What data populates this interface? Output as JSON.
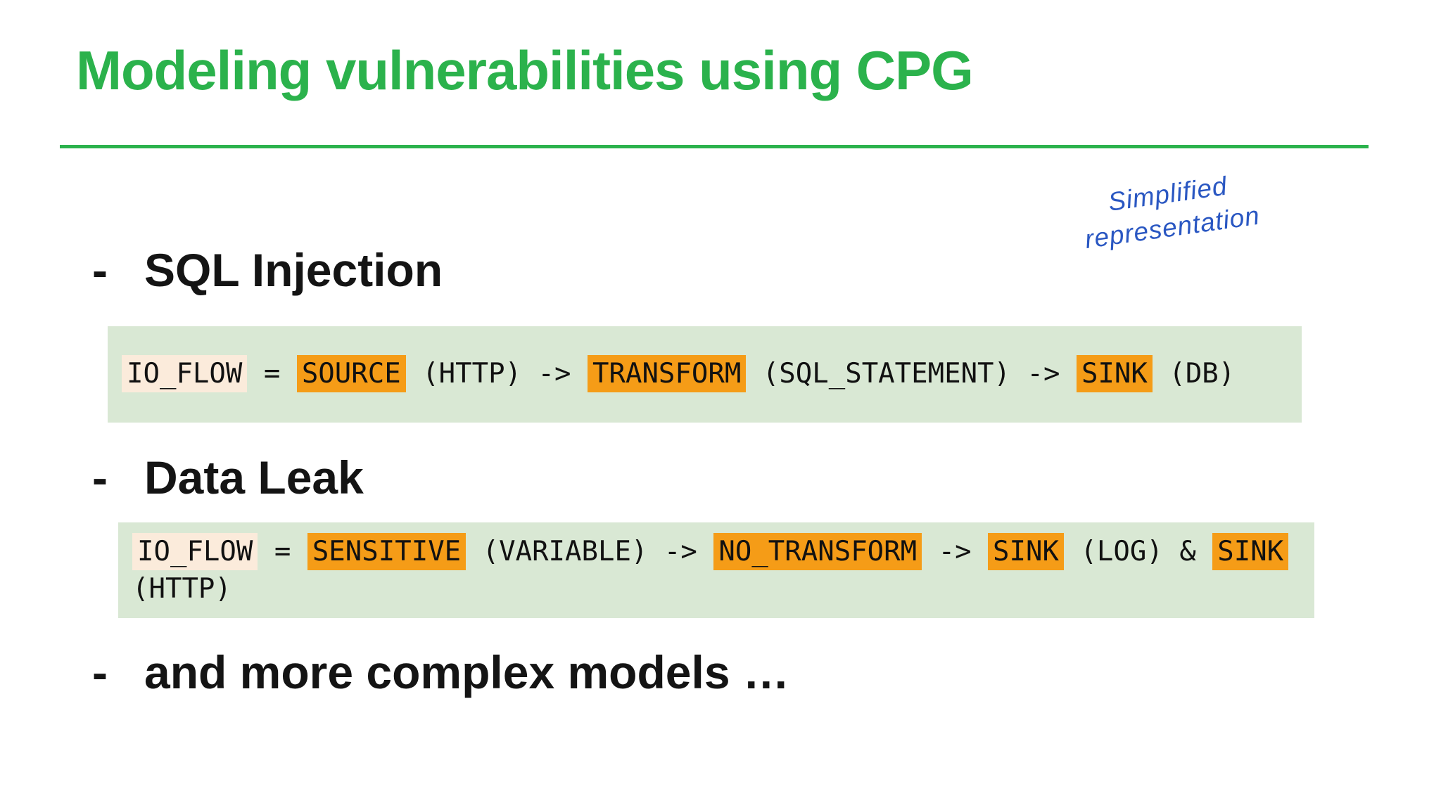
{
  "slide": {
    "title": "Modeling vulnerabilities using CPG",
    "annotation": {
      "line1": "Simplified",
      "line2": "representation"
    },
    "bullet_marker": "-",
    "colors": {
      "accent_green": "#2BB24C",
      "code_background": "#D9E8D4",
      "highlight_orange": "#F59C17",
      "highlight_cream": "#FBEBDB",
      "annotation_blue": "#2A57C2",
      "heading_text": "#141414",
      "code_text": "#111111"
    }
  },
  "sections": [
    {
      "heading": "SQL Injection",
      "code_lines": [
        [
          {
            "text": "IO_FLOW",
            "style": "cream"
          },
          {
            "text": " = ",
            "style": "plain"
          },
          {
            "text": "SOURCE",
            "style": "orange"
          },
          {
            "text": " (HTTP) -> ",
            "style": "plain"
          },
          {
            "text": "TRANSFORM",
            "style": "orange"
          },
          {
            "text": " (SQL_STATEMENT) -> ",
            "style": "plain"
          },
          {
            "text": "SINK",
            "style": "orange"
          },
          {
            "text": " (DB)",
            "style": "plain"
          }
        ]
      ]
    },
    {
      "heading": "Data Leak",
      "code_lines": [
        [
          {
            "text": "IO_FLOW",
            "style": "cream"
          },
          {
            "text": " = ",
            "style": "plain"
          },
          {
            "text": "SENSITIVE",
            "style": "orange"
          },
          {
            "text": " (VARIABLE) -> ",
            "style": "plain"
          },
          {
            "text": "NO_TRANSFORM",
            "style": "orange"
          },
          {
            "text": " -> ",
            "style": "plain"
          },
          {
            "text": "SINK",
            "style": "orange"
          },
          {
            "text": " (LOG) & ",
            "style": "plain"
          },
          {
            "text": "SINK",
            "style": "orange"
          }
        ],
        [
          {
            "text": "(HTTP)",
            "style": "plain"
          }
        ]
      ]
    },
    {
      "heading": "and more complex models …",
      "code_lines": null
    }
  ]
}
